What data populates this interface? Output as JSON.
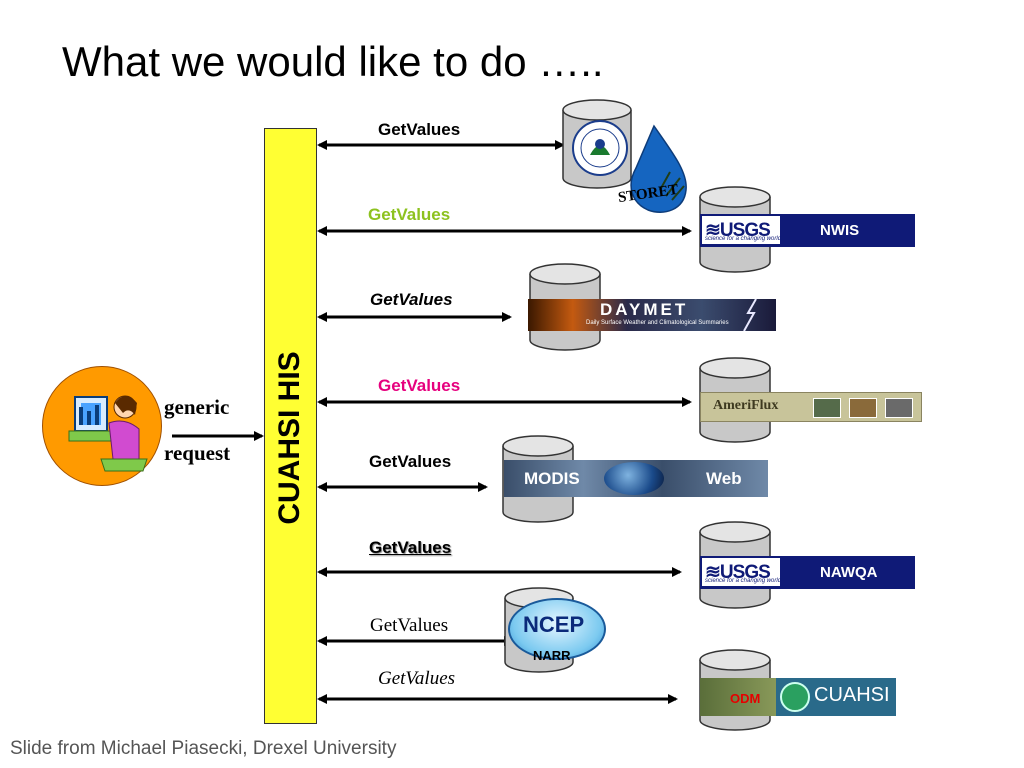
{
  "title": "What we would like to do …..",
  "footer": "Slide from Michael Piasecki, Drexel University",
  "hub_label": "CUAHSI HIS",
  "client": {
    "line1": "generic",
    "line2": "request"
  },
  "getvalues": [
    {
      "text": "GetValues",
      "color": "#000000"
    },
    {
      "text": "GetValues",
      "color": "#8dc21f"
    },
    {
      "text": "GetValues",
      "color": "#000000"
    },
    {
      "text": "GetValues",
      "color": "#e6007e"
    },
    {
      "text": "GetValues",
      "color": "#000000"
    },
    {
      "text": "GetValues",
      "color": "#000000"
    },
    {
      "text": "GetValues",
      "color": "#000000"
    },
    {
      "text": "GetValues",
      "color": "#000000"
    }
  ],
  "sources": {
    "storet": "STORET",
    "usgs_word": "≋USGS",
    "usgs_tagline": "science for a changing world",
    "nwis": "NWIS",
    "daymet": "DAYMET",
    "daymet_sub": "Daily Surface Weather and Climatological Summaries",
    "ameriflux": "AmeriFlux",
    "modis_left": "MODIS",
    "modis_right": "Web",
    "nawqa": "NAWQA",
    "ncep": "NCEP",
    "narr": "NARR",
    "odm": "ODM",
    "cuahsi": "CUAHSI"
  },
  "colors": {
    "hub": "#ffff33",
    "usgs_blue": "#0f1a77",
    "person_bg": "#ff9a00",
    "odm_red": "#e60000"
  }
}
